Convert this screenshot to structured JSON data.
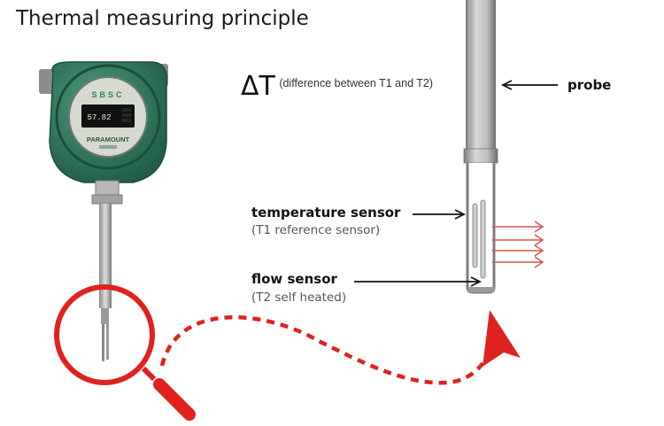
{
  "title": "Thermal measuring principle",
  "delta": {
    "symbol": "ΔT",
    "description": "(difference between T1 and T2)"
  },
  "labels": {
    "probe": "probe",
    "temperature_sensor": "temperature sensor",
    "temperature_sensor_sub": "(T1 reference sensor)",
    "flow_sensor": "flow sensor",
    "flow_sensor_sub": "(T2 self heated)"
  },
  "device": {
    "brand": "PARAMOUNT",
    "logo_letters": "SBSC",
    "display_reading": "57.82"
  },
  "colors": {
    "accent": "#e0221e",
    "housing": "#2f7f63",
    "probe_metal": "#a9a9a9"
  },
  "icons": [
    "magnifier-icon",
    "flow-arrow-icon"
  ]
}
